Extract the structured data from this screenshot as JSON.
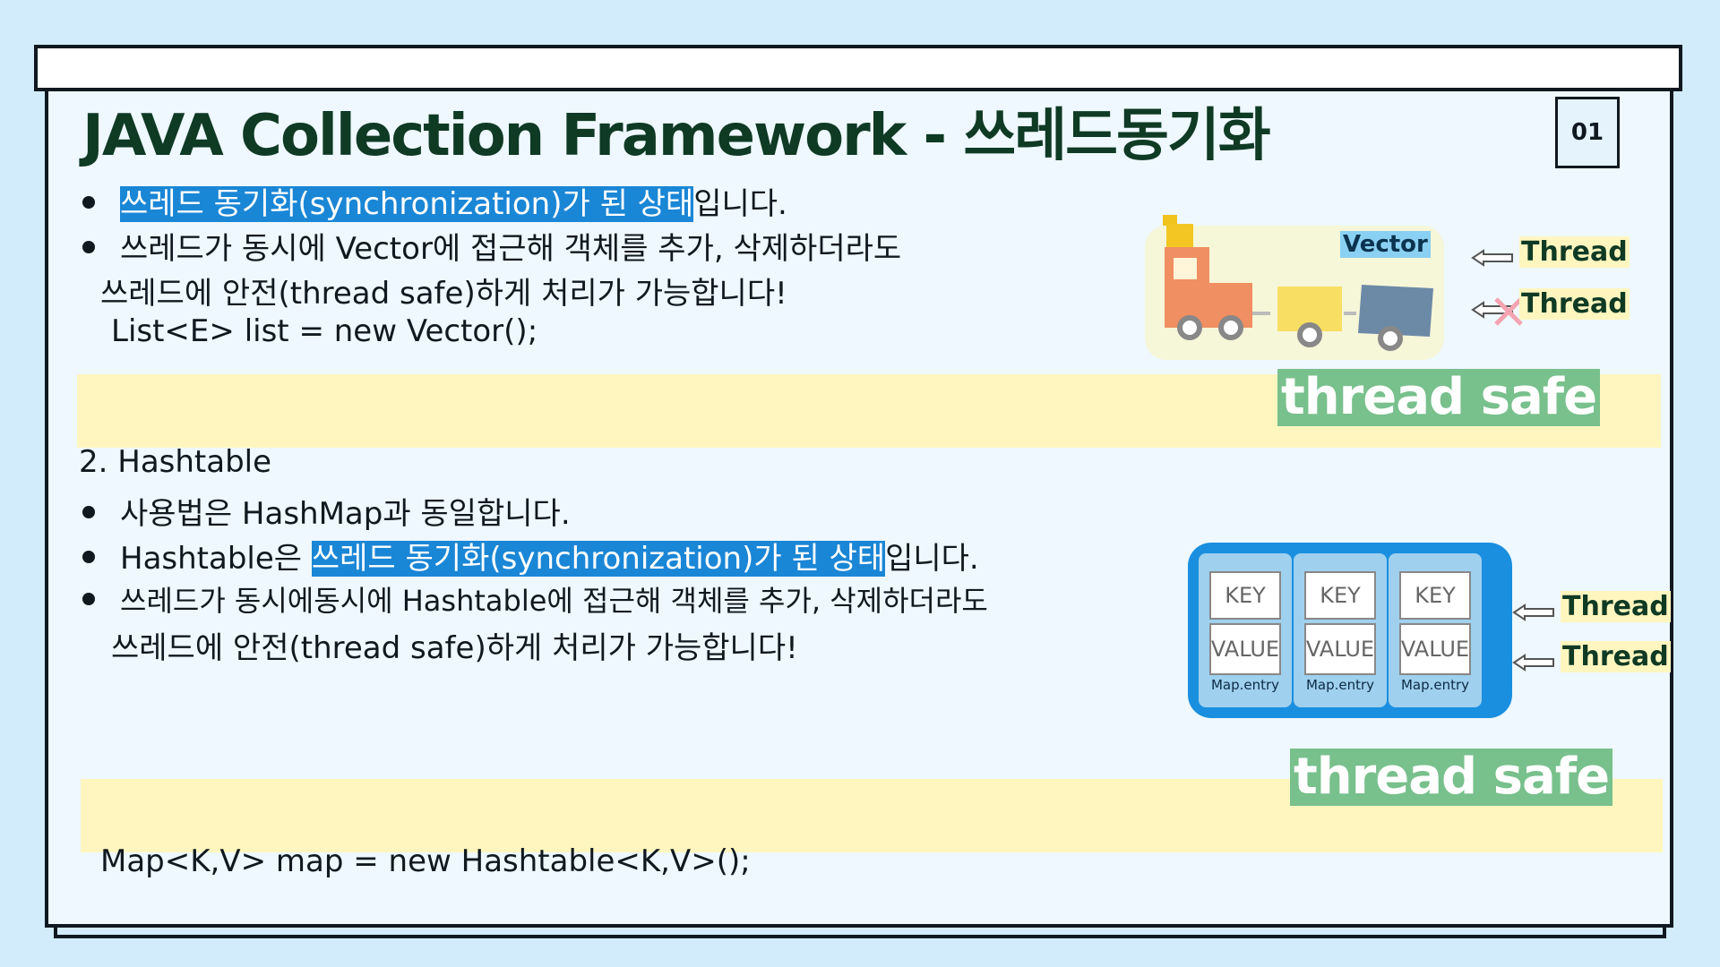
{
  "header": {
    "title": "JAVA Collection Framework - 쓰레드동기화",
    "page_number": "01"
  },
  "section_vector": {
    "bullet1_highlight": "쓰레드 동기화(synchronization)가 된 상태",
    "bullet1_rest": "입니다.",
    "bullet2_line1": "쓰레드가 동시에 Vector에 접근해 객체를 추가, 삭제하더라도",
    "bullet2_line2": "쓰레드에 안전(thread safe)하게 처리가 가능합니다!",
    "code": "List<E>  list = new Vector();"
  },
  "vector_diagram": {
    "label": "Vector",
    "thread1": "Thread",
    "thread2": "Thread",
    "thread_safe": "thread safe"
  },
  "section_hashtable": {
    "heading": "2. Hashtable",
    "bullet1": "사용법은  HashMap과 동일합니다.",
    "bullet2_prefix": "Hashtable은 ",
    "bullet2_highlight": "쓰레드 동기화(synchronization)가 된 상태",
    "bullet2_rest": "입니다.",
    "bullet3_line1": "쓰레드가 동시에동시에 Hashtable에 접근해 객체를 추가, 삭제하더라도",
    "bullet3_line2": "쓰레드에 안전(thread safe)하게 처리가 가능합니다!",
    "code": "Map<K,V> map = new Hashtable<K,V>();"
  },
  "hashtable_diagram": {
    "entries": [
      {
        "key": "KEY",
        "value": "VALUE",
        "label": "Map.entry"
      },
      {
        "key": "KEY",
        "value": "VALUE",
        "label": "Map.entry"
      },
      {
        "key": "KEY",
        "value": "VALUE",
        "label": "Map.entry"
      }
    ],
    "thread1": "Thread",
    "thread2": "Thread",
    "thread_safe": "thread safe"
  },
  "colors": {
    "highlight": "#1a86d6",
    "band": "#fff6bf",
    "thread_safe_bg": "#78c08c",
    "title": "#0f3a24"
  }
}
